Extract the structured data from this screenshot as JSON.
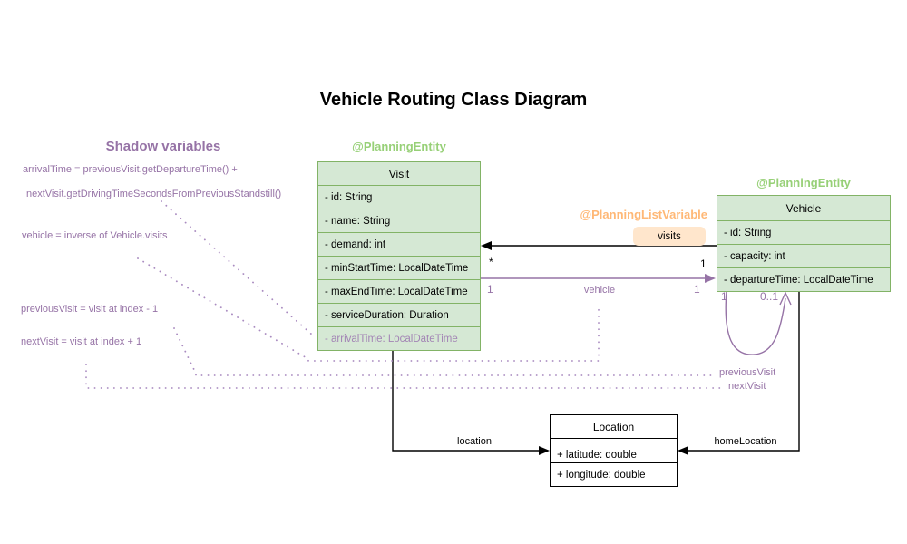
{
  "title": "Vehicle Routing Class Diagram",
  "shadow": {
    "heading": "Shadow variables",
    "lines": [
      "arrivalTime = previousVisit.getDepartureTime() +",
      "nextVisit.getDrivingTimeSecondsFromPreviousStandstill()",
      "vehicle = inverse of Vehicle.visits",
      "previousVisit = visit at index - 1",
      "nextVisit = visit at index + 1"
    ]
  },
  "annotations": {
    "visit_entity": "@PlanningEntity",
    "vehicle_entity": "@PlanningEntity",
    "planning_list_variable": "@PlanningListVariable",
    "visits_badge": "visits"
  },
  "classes": {
    "visit": {
      "name": "Visit",
      "fields": [
        "- id: String",
        "- name: String",
        "- demand: int",
        "- minStartTime: LocalDateTime",
        "- maxEndTime: LocalDateTime",
        "- serviceDuration: Duration",
        "- arrivalTime: LocalDateTime"
      ]
    },
    "vehicle": {
      "name": "Vehicle",
      "fields": [
        "- id: String",
        "- capacity: int",
        "- departureTime: LocalDateTime"
      ]
    },
    "location": {
      "name": "Location",
      "fields": [
        "+ latitude: double",
        "+ longitude: double"
      ]
    }
  },
  "edges": {
    "visits_mult_visit_end": "*",
    "visits_mult_vehicle_end": "1",
    "vehicle_label": "vehicle",
    "vehicle_mult_left": "1",
    "vehicle_mult_right": "1",
    "loop_mult_left": "1",
    "loop_mult_right": "0..1",
    "previous_visit_label": "previousVisit",
    "next_visit_label": "nextVisit",
    "location_label": "location",
    "home_location_label": "homeLocation"
  },
  "colors": {
    "green_fill": "#d5e8d4",
    "green_border": "#82b366",
    "green_text": "#97d077",
    "orange_text": "#ffb876",
    "orange_fill": "#ffe6cc",
    "purple": "#9673a6"
  }
}
